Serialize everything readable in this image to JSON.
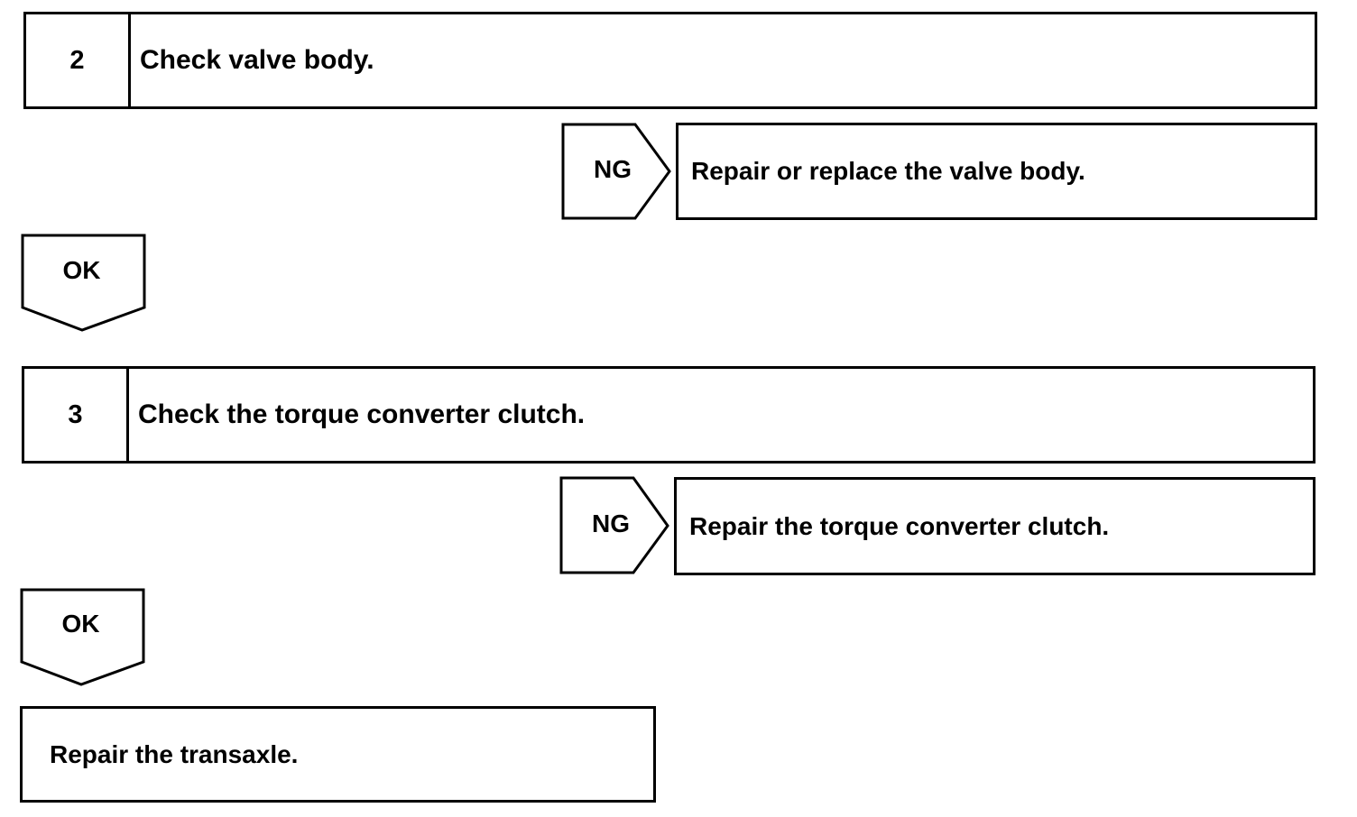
{
  "steps": [
    {
      "number": "2",
      "title": "Check valve body.",
      "ng_label": "NG",
      "ng_action": "Repair or replace the valve body.",
      "ok_label": "OK"
    },
    {
      "number": "3",
      "title": "Check the torque converter clutch.",
      "ng_label": "NG",
      "ng_action": "Repair the torque converter clutch.",
      "ok_label": "OK"
    }
  ],
  "final_action": "Repair the transaxle."
}
